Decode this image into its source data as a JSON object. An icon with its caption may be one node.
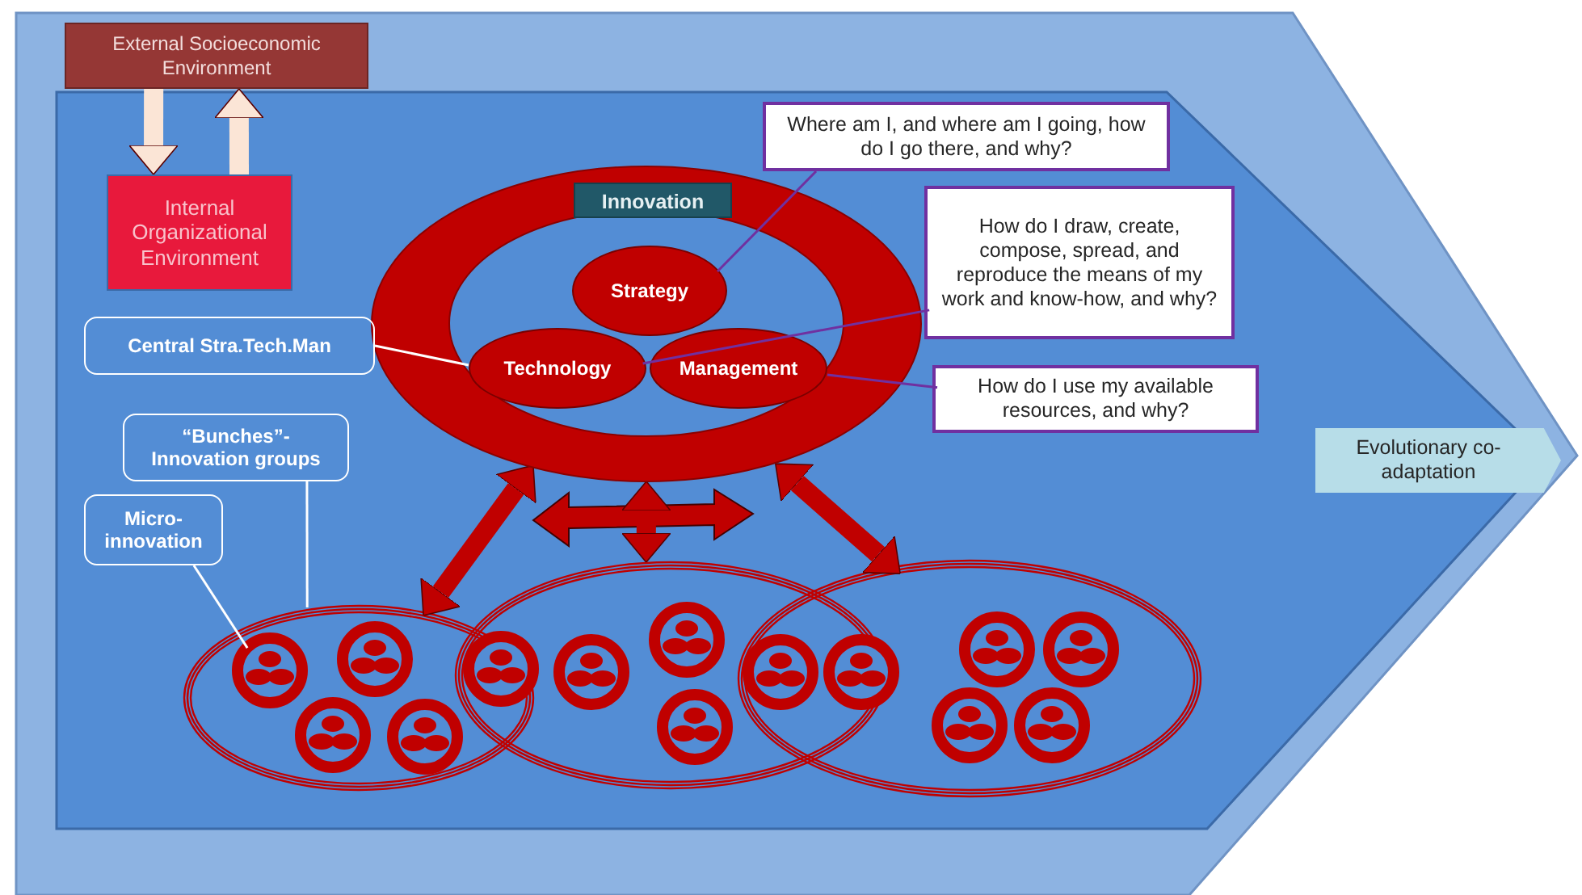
{
  "diagram": {
    "nodes": [
      {
        "text": [
          "External Socioeconomic Environment"
        ]
      },
      {
        "text": [
          "Internal Organizational Environment"
        ]
      },
      {
        "text": [
          "Innovation"
        ]
      },
      {
        "text": [
          "Strategy"
        ],
        "in": 2
      },
      {
        "text": [
          "Technology"
        ],
        "in": 2
      },
      {
        "text": [
          "Management"
        ],
        "in": 2
      },
      {
        "text": [
          "Where am I, and where am I going, how do I go there, and why?"
        ]
      },
      {
        "text": [
          "How do I draw, create, compose, spread, and reproduce the means of my work and know-how, and why?"
        ]
      },
      {
        "text": [
          "How do I use my available resources, and why?"
        ]
      },
      {
        "text": [
          "Central Stra.Tech.Man"
        ]
      },
      {
        "text": [
          "“Bunches”- Innovation groups"
        ]
      },
      {
        "text": [
          "Micro- innovation"
        ]
      },
      {
        "text": [
          "Evolutionary co-adaptation"
        ]
      },
      {
        "text": [],
        "shape": "ellipse"
      },
      {
        "text": [],
        "shape": "ellipse"
      },
      {
        "text": [],
        "shape": "ellipse"
      },
      {
        "text": [],
        "shape": "circle",
        "in": 13
      },
      {
        "text": [],
        "shape": "circle",
        "in": 13
      },
      {
        "text": [],
        "shape": "circle",
        "in": 13
      },
      {
        "text": [],
        "shape": "circle",
        "in": 13
      },
      {
        "text": [],
        "shape": "circle"
      },
      {
        "text": [],
        "shape": "circle",
        "in": 14
      },
      {
        "text": [],
        "shape": "circle",
        "in": 14
      },
      {
        "text": [],
        "shape": "circle",
        "in": 14
      },
      {
        "text": [],
        "shape": "circle"
      },
      {
        "text": [],
        "shape": "circle",
        "in": 15
      },
      {
        "text": [],
        "shape": "circle",
        "in": 15
      },
      {
        "text": [],
        "shape": "circle",
        "in": 15
      },
      {
        "text": [],
        "shape": "circle",
        "in": 15
      },
      {
        "text": [],
        "shape": "circle",
        "in": 15
      }
    ],
    "edges": [
      {
        "from": 0,
        "to": 1,
        "arrow": "to",
        "style": "thick",
        "color": "#fbe5d6"
      },
      {
        "from": 1,
        "to": 0,
        "arrow": "to",
        "style": "thick",
        "color": "#fbe5d6"
      },
      {
        "from": 6,
        "to": 3,
        "arrow": "none",
        "color": "#7030a0"
      },
      {
        "from": 7,
        "to": 4,
        "arrow": "none",
        "color": "#7030a0"
      },
      {
        "from": 8,
        "to": 5,
        "arrow": "none",
        "color": "#7030a0"
      },
      {
        "from": 9,
        "to": 4,
        "arrow": "none",
        "color": "#ffffff"
      },
      {
        "from": 2,
        "to": 13,
        "arrow": "both",
        "style": "thick",
        "color": "#c00000"
      },
      {
        "from": 2,
        "to": 14,
        "arrow": "both",
        "style": "thick",
        "color": "#c00000"
      },
      {
        "from": 2,
        "to": 15,
        "arrow": "both",
        "style": "thick",
        "color": "#c00000"
      },
      {
        "from": 10,
        "to": 13,
        "arrow": "none",
        "color": "#ffffff"
      },
      {
        "from": 11,
        "to": 16,
        "arrow": "none",
        "color": "#ffffff"
      }
    ]
  }
}
